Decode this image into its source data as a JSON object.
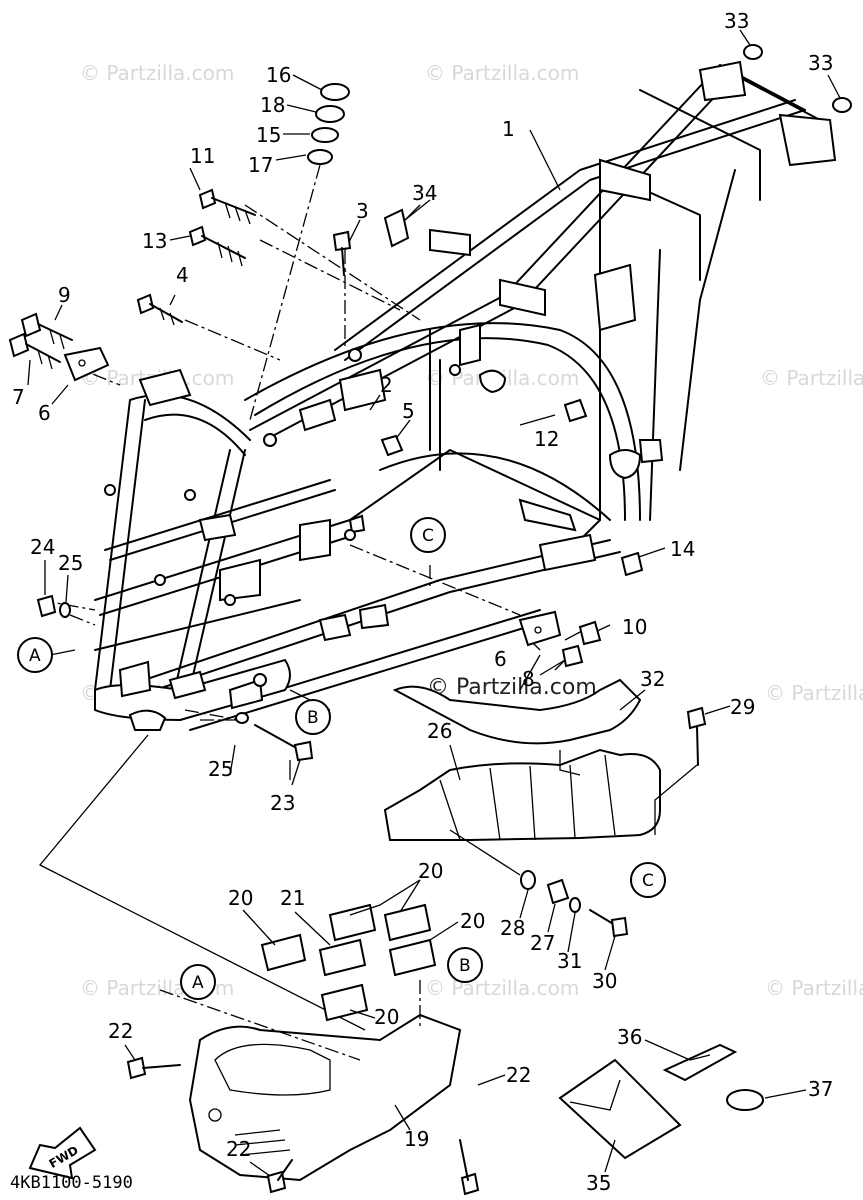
{
  "diagram_code": "4KB1100-5190",
  "fwd_label": "FWD",
  "watermark": "© Partzilla.com",
  "watermark_main": "© Partzilla.com",
  "refs": {
    "a": "A",
    "b": "B",
    "c": "C"
  },
  "callouts": {
    "p1": "1",
    "p2": "2",
    "p3": "3",
    "p4": "4",
    "p5": "5",
    "p6": "6",
    "p7": "7",
    "p8": "8",
    "p9": "9",
    "p10": "10",
    "p11": "11",
    "p12": "12",
    "p13": "13",
    "p14": "14",
    "p15": "15",
    "p16": "16",
    "p17": "17",
    "p18": "18",
    "p19": "19",
    "p20": "20",
    "p21": "21",
    "p22": "22",
    "p23": "23",
    "p24": "24",
    "p25": "25",
    "p26": "26",
    "p27": "27",
    "p28": "28",
    "p29": "29",
    "p30": "30",
    "p31": "31",
    "p32": "32",
    "p33": "33",
    "p34": "34",
    "p35": "35",
    "p36": "36",
    "p37": "37"
  }
}
